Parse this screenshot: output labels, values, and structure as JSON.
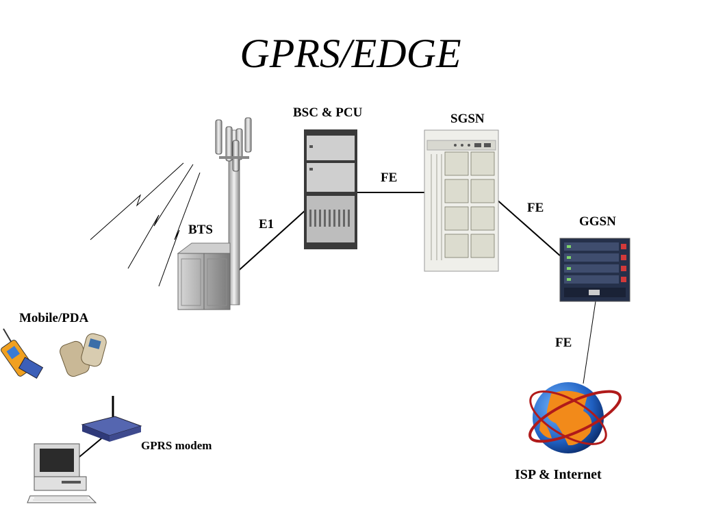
{
  "title": "GPRS/EDGE",
  "nodes": {
    "bts": "BTS",
    "bsc": "BSC & PCU",
    "sgsn": "SGSN",
    "ggsn": "GGSN",
    "mobile": "Mobile/PDA",
    "modem": "GPRS modem",
    "internet": "ISP & Internet"
  },
  "links": {
    "bts_bsc": "E1",
    "bsc_sgsn": "FE",
    "sgsn_ggsn": "FE",
    "ggsn_internet": "FE"
  }
}
